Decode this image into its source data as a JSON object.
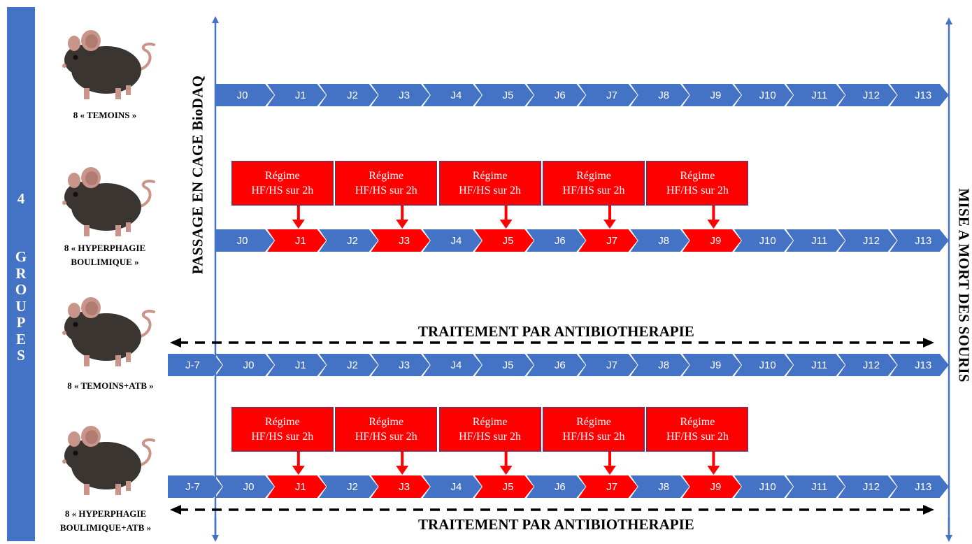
{
  "sidebar": {
    "number": "4",
    "word": "GROUPES"
  },
  "axes": {
    "start_label": "PASSAGE EN CAGE BioDAQ",
    "end_label": "MISE A MORT DES SOURIS"
  },
  "groups": [
    {
      "label_line1": "8 « TEMOINS »",
      "label_line2": "",
      "days": [
        "J0",
        "J1",
        "J2",
        "J3",
        "J4",
        "J5",
        "J6",
        "J7",
        "J8",
        "J9",
        "J10",
        "J11",
        "J12",
        "J13"
      ],
      "diet_days": []
    },
    {
      "label_line1": "8 « HYPERPHAGIE",
      "label_line2": "BOULIMIQUE »",
      "days": [
        "J0",
        "J1",
        "J2",
        "J3",
        "J4",
        "J5",
        "J6",
        "J7",
        "J8",
        "J9",
        "J10",
        "J11",
        "J12",
        "J13"
      ],
      "diet_days": [
        "J1",
        "J3",
        "J5",
        "J7",
        "J9"
      ]
    },
    {
      "label_line1": "8 « TEMOINS+ATB »",
      "label_line2": "",
      "days": [
        "J-7",
        "J0",
        "J1",
        "J2",
        "J3",
        "J4",
        "J5",
        "J6",
        "J7",
        "J8",
        "J9",
        "J10",
        "J11",
        "J12",
        "J13"
      ],
      "diet_days": []
    },
    {
      "label_line1": "8 « HYPERPHAGIE",
      "label_line2": "BOULIMIQUE+ATB »",
      "days": [
        "J-7",
        "J0",
        "J1",
        "J2",
        "J3",
        "J4",
        "J5",
        "J6",
        "J7",
        "J8",
        "J9",
        "J10",
        "J11",
        "J12",
        "J13"
      ],
      "diet_days": [
        "J1",
        "J3",
        "J5",
        "J7",
        "J9"
      ]
    }
  ],
  "diet_box": {
    "line1": "Régime",
    "line2": "HF/HS sur 2h"
  },
  "treatment_label": "TRAITEMENT PAR ANTIBIOTHERAPIE",
  "colors": {
    "blue": "#4472c4",
    "red": "#ff0000",
    "axis": "#4472c4",
    "mouse_body": "#3b3532",
    "mouse_ear": "#c9958a"
  }
}
